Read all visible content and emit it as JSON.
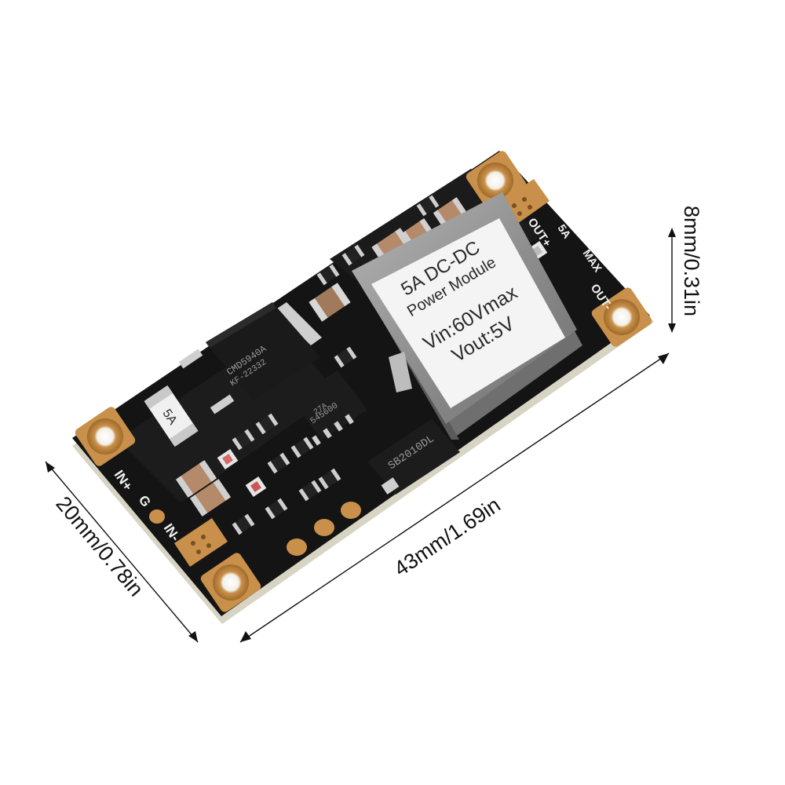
{
  "dimensions": {
    "length": "43mm/1.69in",
    "width": "20mm/0.78in",
    "height": "8mm/0.31in"
  },
  "module_label": {
    "line1": "5A DC-DC",
    "line2": "Power Module",
    "line3": "Vin:60Vmax",
    "line4": "Vout:5V"
  },
  "pcb_silkscreen": {
    "in_plus": "IN+",
    "in_minus": "IN-",
    "gnd": "G",
    "out_plus": "OUT+",
    "out_minus": "OUT-",
    "current": "5A",
    "max": "MAX"
  },
  "components": {
    "mosfet_marking": "CMD5940A",
    "mosfet_code": "KF-22332",
    "ic_marking": "545600",
    "ic_code": "27A",
    "diode_marking": "SB2010DL",
    "fuse_marking": "5A"
  },
  "colors": {
    "background": "#ffffff",
    "pcb": "#141414",
    "pcb_edge": "#d8d4c4",
    "pad_gold": "#c8904a",
    "inductor_shell": "#9a9a9a",
    "label_paper": "#f4f4f4"
  }
}
